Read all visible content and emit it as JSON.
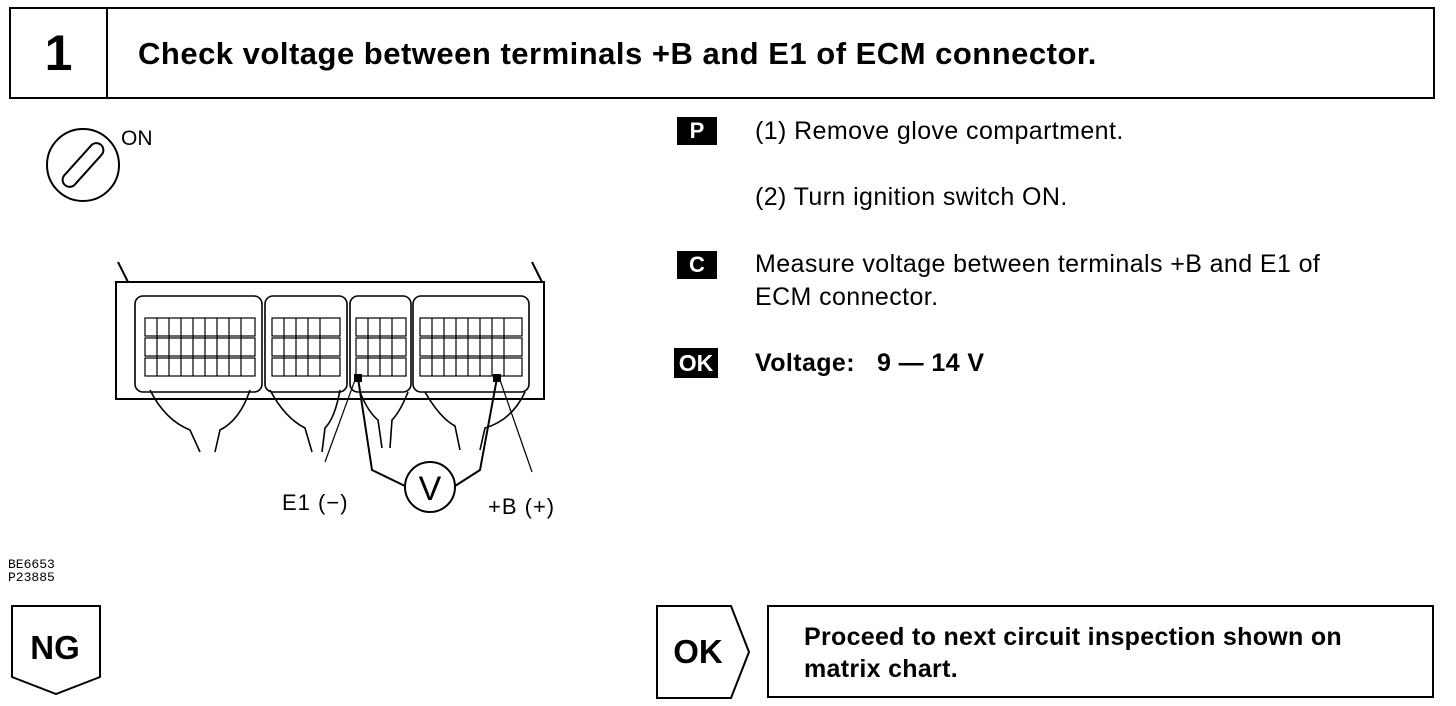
{
  "header": {
    "step_number": "1",
    "title": "Check voltage between terminals +B and E1 of ECM connector."
  },
  "diagram": {
    "ignition_label": "ON",
    "e1_label": "E1 (−)",
    "b_label": "+B (+)",
    "meter_label": "V"
  },
  "figure_codes": [
    "BE6653",
    "P23885"
  ],
  "steps": {
    "prep_badge": "P",
    "prep_1": "(1) Remove glove compartment.",
    "prep_2": "(2) Turn ignition switch ON.",
    "check_badge": "C",
    "check_line1": "Measure voltage between terminals +B and E1 of",
    "check_line2": "ECM connector.",
    "ok_badge": "OK",
    "ok_spec": "Voltage:   9 — 14 V"
  },
  "results": {
    "ng_label": "NG",
    "ok_label": "OK",
    "ok_action_line1": "Proceed to next circuit inspection shown on",
    "ok_action_line2": "matrix chart."
  }
}
